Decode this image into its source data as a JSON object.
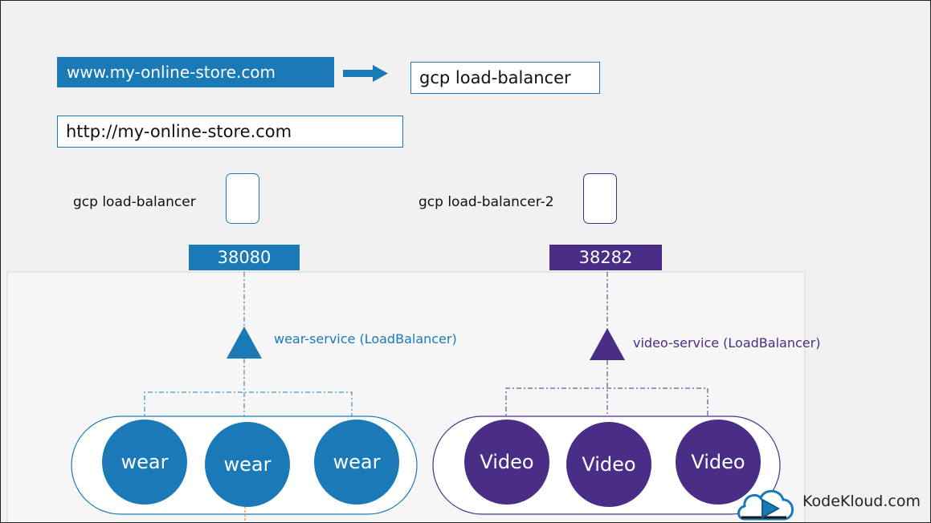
{
  "top": {
    "url_label": "www.my-online-store.com",
    "lb_label": "gcp load-balancer",
    "http_label": "http://my-online-store.com"
  },
  "left": {
    "lb_label": "gcp load-balancer",
    "port": "38080",
    "service_label": "wear-service (LoadBalancer)",
    "pods": [
      "wear",
      "wear",
      "wear"
    ]
  },
  "right": {
    "lb_label": "gcp load-balancer-2",
    "port": "38282",
    "service_label": "video-service (LoadBalancer)",
    "pods": [
      "Video",
      "Video",
      "Video"
    ]
  },
  "brand": {
    "name": "KodeKloud.com"
  },
  "colors": {
    "wear_blue": "#1a7ab8",
    "video_purple": "#4a2d87",
    "pod_connector_orange": "#f28c1e"
  }
}
